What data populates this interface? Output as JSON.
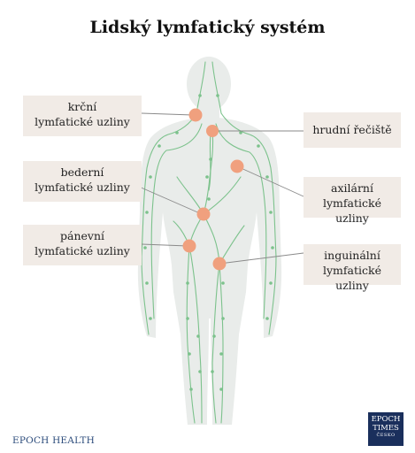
{
  "title": "Lidský lymfatický systém",
  "labels": {
    "neck": [
      "krční",
      "lymfatické uzliny"
    ],
    "thoracic": [
      "hrudní řečiště"
    ],
    "lumbar": [
      "bederní",
      "lymfatické uzliny"
    ],
    "axillary": [
      "axilární",
      "lymfatické uzliny"
    ],
    "pelvic": [
      "pánevní",
      "lymfatické uzliny"
    ],
    "inguinal": [
      "inguinální",
      "lymfatické uzliny"
    ]
  },
  "brand": "EPOCH HEALTH",
  "logo": {
    "line1": "EPOCH",
    "line2": "TIMES",
    "line3": "ČESKO"
  },
  "colors": {
    "node": "#f0a07e",
    "vessel": "#7cc28c",
    "body": "#e9ecea",
    "label_bg": "#f1ebe6",
    "leader": "#8a8a8a",
    "logo_bg": "#1a2f5c"
  }
}
